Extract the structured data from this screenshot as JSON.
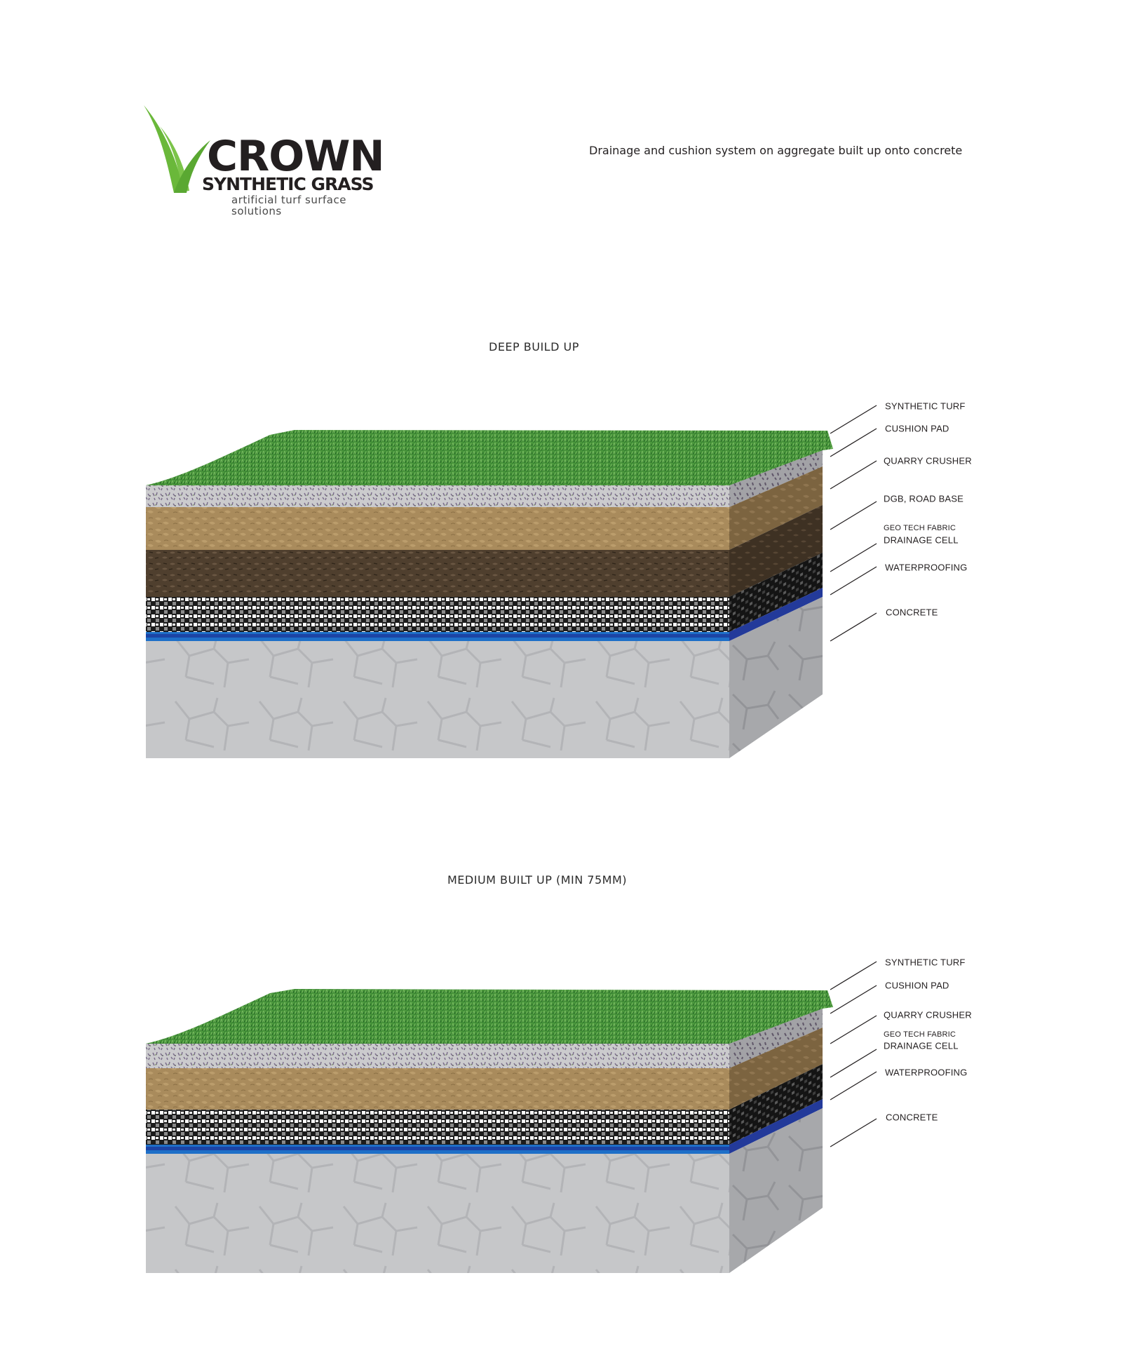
{
  "logo": {
    "brand_line1": "CROWN",
    "brand_line2": "SYNTHETIC GRASS",
    "tagline": "artificial turf surface solutions",
    "brand_color": "#231f20",
    "grass_color": "#6ab83a"
  },
  "subtitle": "Drainage and cushion system on aggregate built up onto concrete",
  "sections": [
    {
      "title": "DEEP BUILD UP",
      "labels": [
        {
          "text": "SYNTHETIC TURF"
        },
        {
          "text": "CUSHION PAD"
        },
        {
          "text": "QUARRY CRUSHER"
        },
        {
          "text": "DGB, ROAD BASE"
        },
        {
          "text": "GEO TECH FABRIC"
        },
        {
          "text": "DRAINAGE CELL"
        },
        {
          "text": "WATERPROOFING"
        },
        {
          "text": "CONCRETE"
        }
      ],
      "layers": [
        "synthetic turf",
        "quarry crusher",
        "dgb road base",
        "geo tech fabric",
        "drainage cell",
        "waterproofing",
        "concrete"
      ]
    },
    {
      "title": "MEDIUM BUILT UP (MIN 75MM)",
      "labels": [
        {
          "text": "SYNTHETIC TURF"
        },
        {
          "text": "CUSHION PAD"
        },
        {
          "text": "QUARRY CRUSHER"
        },
        {
          "text": "GEO TECH FABRIC"
        },
        {
          "text": "DRAINAGE CELL"
        },
        {
          "text": "WATERPROOFING"
        },
        {
          "text": "CONCRETE"
        }
      ],
      "layers": [
        "synthetic turf",
        "quarry crusher",
        "drainage cell",
        "waterproofing",
        "concrete"
      ]
    }
  ],
  "colors": {
    "turf": "#4f9a3c",
    "turf_dark": "#2f7a2c",
    "gravel": "#c9c9cb",
    "sand": "#a88a5a",
    "soil": "#4d3d2c",
    "cell_dark": "#1e1e1e",
    "cell_light": "#ffffff",
    "cell_mid": "#8a8a8a",
    "water": "#1e5fb8",
    "water_dark": "#1a2f8f",
    "concrete": "#c6c7c9",
    "concrete_side": "#a9aaad",
    "line": "#231f20"
  }
}
